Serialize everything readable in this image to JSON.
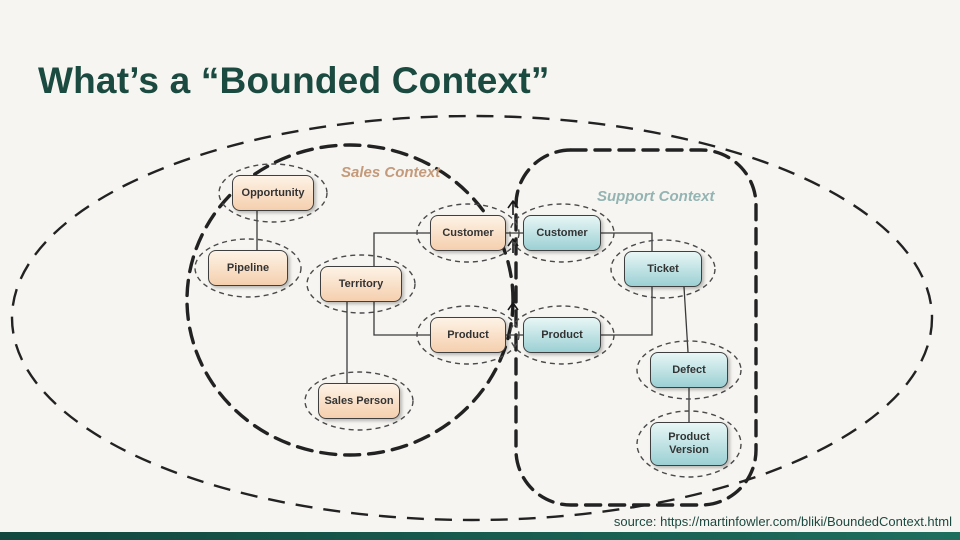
{
  "slide": {
    "title": "What’s a “Bounded Context”",
    "source_text": "source: https://martinfowler.com/bliki/BoundedContext.html"
  },
  "diagram": {
    "sales_context_label": "Sales Context",
    "support_context_label": "Support Context",
    "sales_entities": [
      {
        "label": "Opportunity"
      },
      {
        "label": "Pipeline"
      },
      {
        "label": "Territory"
      },
      {
        "label": "Customer"
      },
      {
        "label": "Product"
      },
      {
        "label": "Sales Person"
      }
    ],
    "support_entities": [
      {
        "label": "Customer"
      },
      {
        "label": "Product"
      },
      {
        "label": "Ticket"
      },
      {
        "label": "Defect"
      },
      {
        "label": "Product Version"
      }
    ],
    "colors": {
      "title_text": "#1b4a40",
      "sales_label": "#c49a7a",
      "support_label": "#93b4b2",
      "sales_box_top": "#fdf3e6",
      "sales_box_bottom": "#f5cfae",
      "support_box_top": "#e8f6f6",
      "support_box_bottom": "#9bd0d4",
      "boundary": "#222222",
      "connector": "#3a3a3a",
      "footer_bar_left": "#11473f",
      "footer_bar_right": "#1e6e5e"
    }
  }
}
